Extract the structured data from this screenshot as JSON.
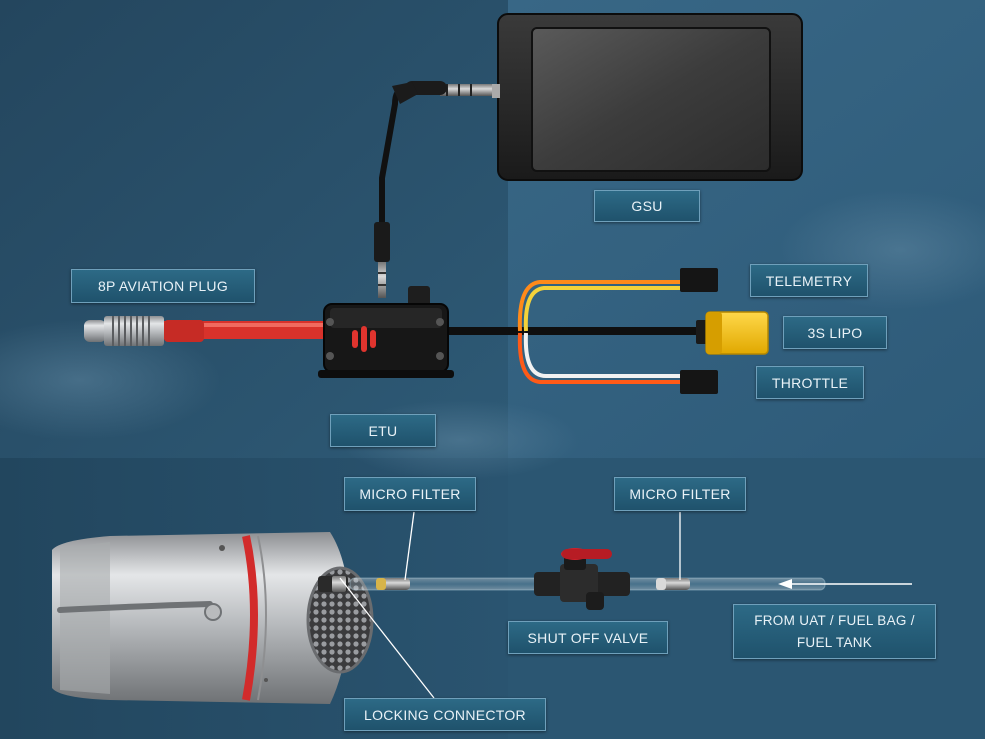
{
  "labels": {
    "gsu": "GSU",
    "aviation_plug": "8P AVIATION PLUG",
    "telemetry": "TELEMETRY",
    "lipo": "3S LIPO",
    "throttle": "THROTTLE",
    "etu": "ETU",
    "micro_filter_left": "MICRO FILTER",
    "micro_filter_right": "MICRO FILTER",
    "shut_off_valve": "SHUT OFF VALVE",
    "fuel_source": "FROM UAT / FUEL BAG / FUEL TANK",
    "locking_connector": "LOCKING CONNECTOR"
  },
  "colors": {
    "label_fill": "#215a75",
    "label_border": "#6fa0bb",
    "cable_red": "#e0342e",
    "cable_black": "#151515",
    "wire_orange": "#ff8a1a",
    "wire_yellow": "#f4d23a",
    "connector_yellow": "#f5c400",
    "background": "#2c4f68"
  }
}
